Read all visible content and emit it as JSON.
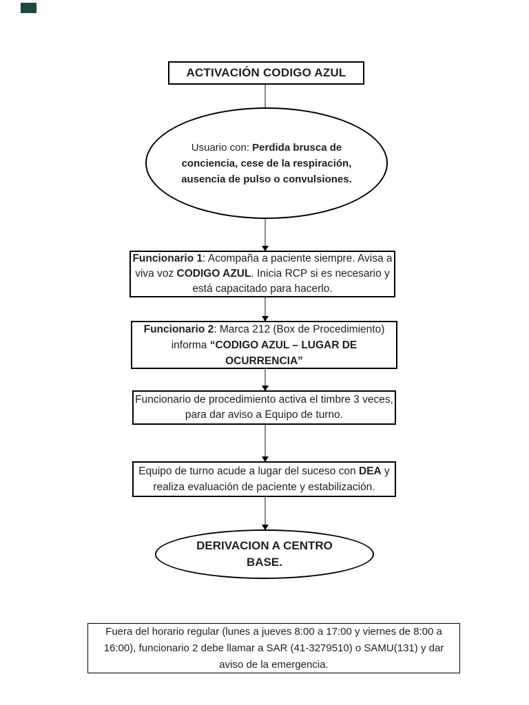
{
  "colors": {
    "page_background": "#ffffff",
    "text": "#1f1f1f",
    "box_border": "#000000",
    "connector_line": "#8a8a8a",
    "arrowhead": "#000000",
    "corner_mark": "#1e4742"
  },
  "flowchart": {
    "title": {
      "segments": [
        {
          "t": "ACTIVACIÓN CODIGO AZUL",
          "b": true
        }
      ]
    },
    "trigger": {
      "segments": [
        {
          "t": "Usuario con: ",
          "b": false
        },
        {
          "t": "Perdida brusca de conciencia, cese de la respiración, ausencia de pulso o convulsiones.",
          "b": true
        }
      ]
    },
    "steps": [
      {
        "segments": [
          {
            "t": "Funcionario 1",
            "b": true
          },
          {
            "t": ": Acompaña a paciente siempre. Avisa a viva voz ",
            "b": false
          },
          {
            "t": "CODIGO AZUL",
            "b": true
          },
          {
            "t": ". Inicia RCP si es necesario y está capacitado para hacerlo.",
            "b": false
          }
        ]
      },
      {
        "segments": [
          {
            "t": "Funcionario 2",
            "b": true
          },
          {
            "t": ": Marca 212 (Box de Procedimiento) informa ",
            "b": false
          },
          {
            "t": "“CODIGO AZUL – LUGAR DE OCURRENCIA”",
            "b": true
          }
        ]
      },
      {
        "segments": [
          {
            "t": "Funcionario de procedimiento activa el timbre 3 veces, para dar aviso a Equipo de turno.",
            "b": false
          }
        ]
      },
      {
        "segments": [
          {
            "t": "Equipo de turno acude a lugar del suceso con ",
            "b": false
          },
          {
            "t": "DEA",
            "b": true
          },
          {
            "t": " y realiza evaluación de paciente y estabilización.",
            "b": false
          }
        ]
      }
    ],
    "end": {
      "segments": [
        {
          "t": "DERIVACION A CENTRO BASE.",
          "b": true
        }
      ]
    },
    "note": {
      "segments": [
        {
          "t": "Fuera del horario regular (lunes a jueves 8:00 a 17:00 y viernes de 8:00 a 16:00), funcionario 2 debe llamar a SAR (41-3279510) o SAMU(131) y dar aviso de la emergencia.",
          "b": false
        }
      ]
    }
  }
}
